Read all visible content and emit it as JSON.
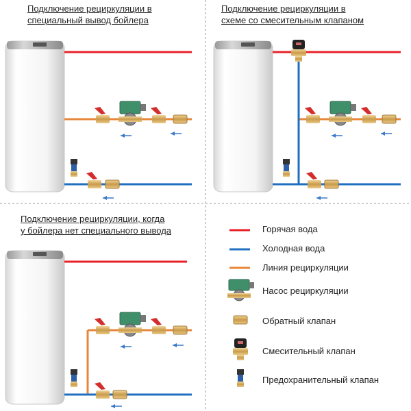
{
  "panels": {
    "top_left": {
      "title_line1": "Подключение рециркуляции в",
      "title_line2": "специальный вывод бойлера"
    },
    "top_right": {
      "title_line1": "Подключение рециркуляции в",
      "title_line2": "схеме со смесительным клапаном"
    },
    "bottom_left": {
      "title_line1": "Подключение рециркуляции, когда",
      "title_line2": "у бойлера нет специального вывода"
    }
  },
  "legend": {
    "hot_water": "Горячая вода",
    "cold_water": "Холодная вода",
    "recirculation_line": "Линия рециркуляции",
    "recirculation_pump": "Насос рециркуляции",
    "check_valve": "Обратный клапан",
    "mixing_valve": "Смесительный клапан",
    "safety_valve": "Предохранительный клапан"
  },
  "colors": {
    "hot": "#e8202a",
    "cold": "#1f6fc0",
    "recirculation": "#e8873a",
    "flow_arrow": "#3a78c9",
    "pump_body": "#3f8f6a",
    "valve_handle": "#d42d2d",
    "brass": "#d9b46a",
    "divider": "#9a9a9a"
  }
}
